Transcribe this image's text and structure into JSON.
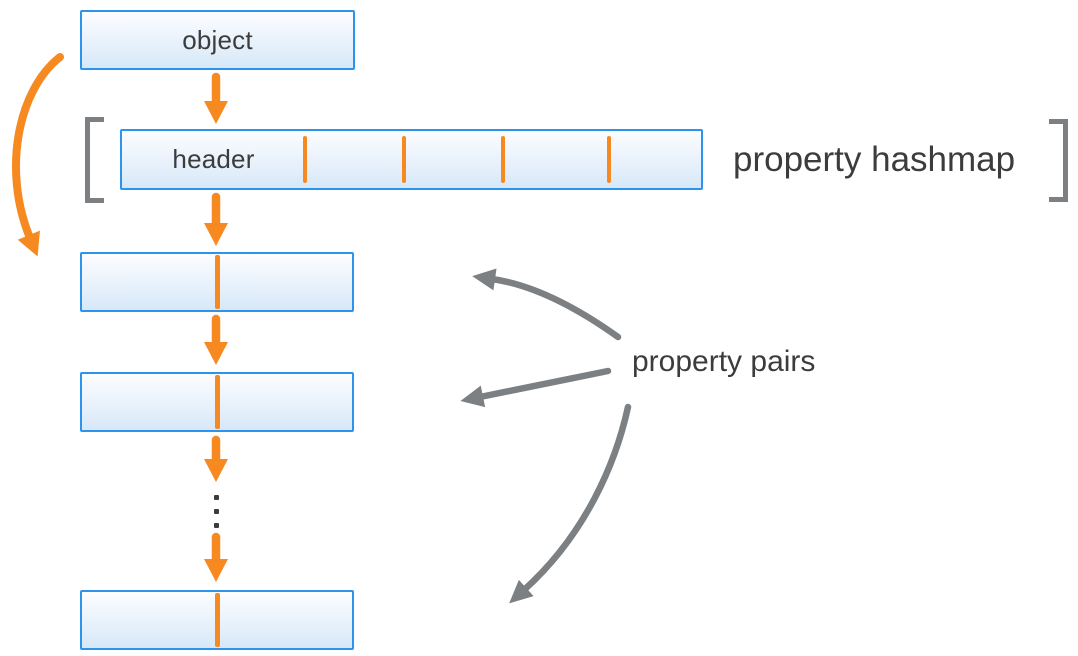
{
  "diagram": {
    "object": {
      "label": "object"
    },
    "hashmap": {
      "header_label": "header",
      "caption": "property hashmap",
      "divider_count": 4
    },
    "pairs": {
      "caption": "property pairs",
      "box_count": 3
    }
  },
  "colors": {
    "accent_orange": "#f6891f",
    "box_border_blue": "#2d94ee",
    "box_fill_top": "#fcfdff",
    "box_fill_bottom": "#d7e8f8",
    "annotation_gray": "#7c8083",
    "text_dark": "#3c3c3c",
    "background": "#ffffff"
  }
}
